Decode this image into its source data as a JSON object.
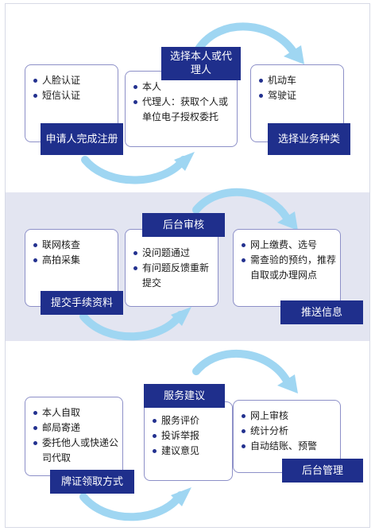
{
  "stages": [
    {
      "steps": [
        {
          "title": "申请人完成注册",
          "items": [
            "人脸认证",
            "短信认证"
          ]
        },
        {
          "title": "选择本人或代理人",
          "items": [
            "本人",
            "代理人：获取个人或单位电子授权委托"
          ]
        },
        {
          "title": "选择业务种类",
          "items": [
            "机动车",
            "驾驶证"
          ]
        }
      ]
    },
    {
      "steps": [
        {
          "title": "提交手续资料",
          "items": [
            "联网核查",
            "高拍采集"
          ]
        },
        {
          "title": "后台审核",
          "items": [
            "没问题通过",
            "有问题反馈重新提交"
          ]
        },
        {
          "title": "推送信息",
          "items": [
            "网上缴费、选号",
            "需查验的预约，推荐自取或办理网点"
          ]
        }
      ]
    },
    {
      "steps": [
        {
          "title": "牌证领取方式",
          "items": [
            "本人自取",
            "邮局寄递",
            "委托他人或快递公司代取"
          ]
        },
        {
          "title": "服务建议",
          "items": [
            "服务评价",
            "投诉举报",
            "建议意见"
          ]
        },
        {
          "title": "后台管理",
          "items": [
            "网上审核",
            "统计分析",
            "自动结账、预警"
          ]
        }
      ]
    }
  ],
  "colors": {
    "tag": "#1f2f8c",
    "box_border": "#8d90c8",
    "arrow": "#9fd6f2",
    "band_alt": "#e3e5f1",
    "bullet": "#23318f"
  }
}
